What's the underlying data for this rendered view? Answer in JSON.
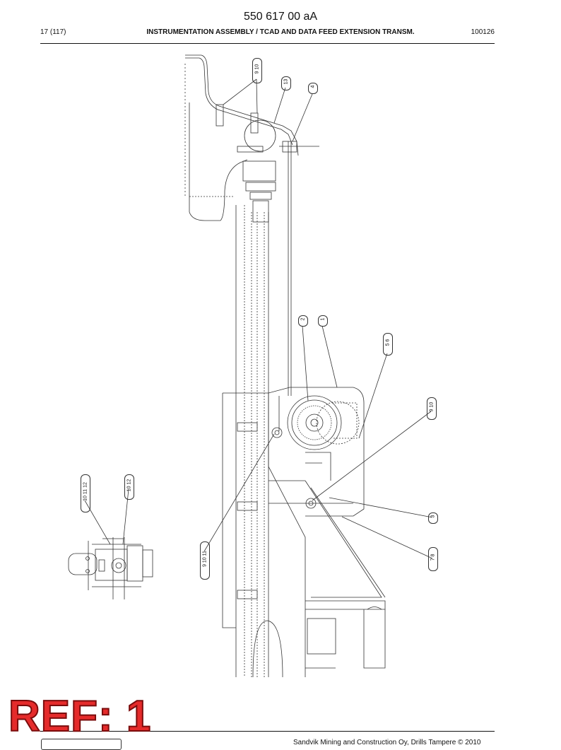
{
  "header": {
    "doc_number": "550 617 00 aA",
    "page": "17 (117)",
    "title": "INSTRUMENTATION ASSEMBLY / TCAD AND DATA FEED EXTENSION TRANSM.",
    "date": "100126"
  },
  "overlay": {
    "ref_label": "REF: 1"
  },
  "footer": {
    "copyright": "Sandvik Mining and Construction Oy, Drills Tampere © 2010"
  },
  "balloons": [
    {
      "id": "b-9-10",
      "text": "9 10"
    },
    {
      "id": "b-13",
      "text": "13"
    },
    {
      "id": "b-4",
      "text": "4"
    },
    {
      "id": "b-2",
      "text": "2"
    },
    {
      "id": "b-1",
      "text": "1"
    },
    {
      "id": "b-5-6",
      "text": "5 6"
    },
    {
      "id": "b-9-10b",
      "text": "9 10"
    },
    {
      "id": "b-3",
      "text": "3"
    },
    {
      "id": "b-7-8",
      "text": "7 8"
    },
    {
      "id": "b-9-10-11",
      "text": "9 10 11"
    },
    {
      "id": "b-10-11-12",
      "text": "10 11 12"
    },
    {
      "id": "b-10-12",
      "text": "10 12"
    }
  ]
}
